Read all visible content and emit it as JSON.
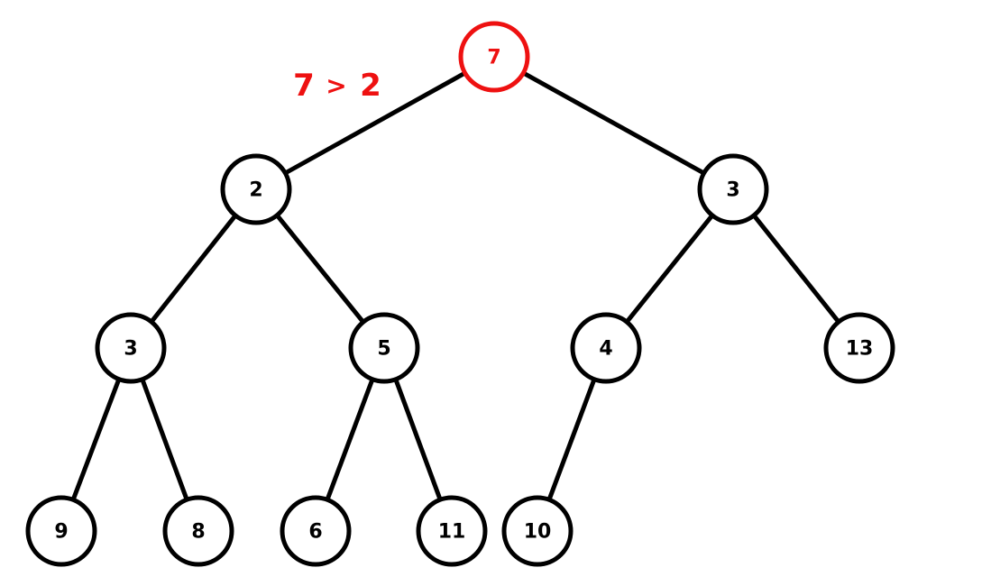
{
  "colors": {
    "highlight": "#ee1111",
    "normal": "#000000",
    "background": "#ffffff"
  },
  "annotation": {
    "left_value": "7",
    "operator": ">",
    "right_value": "2"
  },
  "nodes": [
    {
      "id": "n0",
      "label": "7",
      "highlighted": true
    },
    {
      "id": "n1",
      "label": "2",
      "highlighted": false
    },
    {
      "id": "n2",
      "label": "3",
      "highlighted": false
    },
    {
      "id": "n3",
      "label": "3",
      "highlighted": false
    },
    {
      "id": "n4",
      "label": "5",
      "highlighted": false
    },
    {
      "id": "n5",
      "label": "4",
      "highlighted": false
    },
    {
      "id": "n6",
      "label": "13",
      "highlighted": false
    },
    {
      "id": "n7",
      "label": "9",
      "highlighted": false
    },
    {
      "id": "n8",
      "label": "8",
      "highlighted": false
    },
    {
      "id": "n9",
      "label": "6",
      "highlighted": false
    },
    {
      "id": "n10",
      "label": "11",
      "highlighted": false
    },
    {
      "id": "n11",
      "label": "10",
      "highlighted": false
    }
  ],
  "edges": [
    [
      "n0",
      "n1"
    ],
    [
      "n0",
      "n2"
    ],
    [
      "n1",
      "n3"
    ],
    [
      "n1",
      "n4"
    ],
    [
      "n2",
      "n5"
    ],
    [
      "n2",
      "n6"
    ],
    [
      "n3",
      "n7"
    ],
    [
      "n3",
      "n8"
    ],
    [
      "n4",
      "n9"
    ],
    [
      "n4",
      "n10"
    ],
    [
      "n5",
      "n11"
    ]
  ]
}
